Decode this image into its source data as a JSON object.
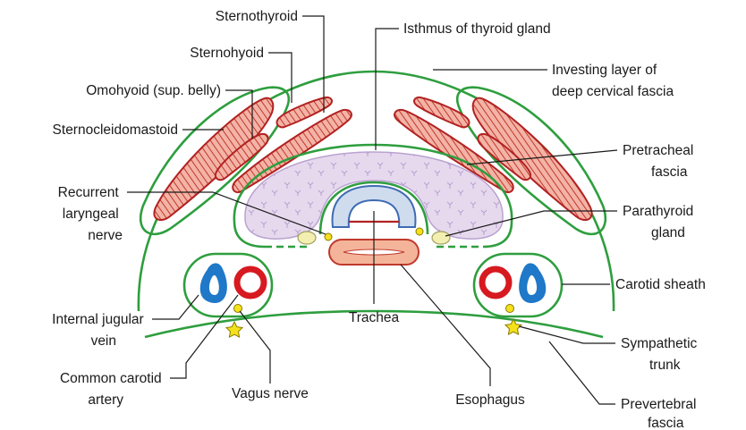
{
  "labels": {
    "sternothyroid": "Sternothyroid",
    "sternohyoid": "Sternohyoid",
    "omohyoid": "Omohyoid (sup. belly)",
    "sternocleidomastoid": "Sternocleidomastoid",
    "recurrent_laryngeal_nerve": [
      "Recurrent",
      "laryngeal",
      "nerve"
    ],
    "internal_jugular_vein": [
      "Internal jugular",
      "vein"
    ],
    "common_carotid_artery": [
      "Common carotid",
      "artery"
    ],
    "vagus_nerve": "Vagus nerve",
    "trachea": "Trachea",
    "esophagus": "Esophagus",
    "isthmus_of_thyroid_gland": "Isthmus of thyroid gland",
    "investing_layer": [
      "Investing layer of",
      "deep cervical fascia"
    ],
    "pretracheal_fascia": [
      "Pretracheal",
      "fascia"
    ],
    "parathyroid_gland": [
      "Parathyroid",
      "gland"
    ],
    "carotid_sheath": "Carotid sheath",
    "sympathetic_trunk": [
      "Sympathetic",
      "trunk"
    ],
    "prevertebral_fascia": [
      "Prevertebral",
      "fascia"
    ]
  },
  "colors": {
    "fascia": "#2e9e3e",
    "muscle_stroke": "#b22222",
    "muscle_fill": "#f3b3a6",
    "thyroid_fill": "#e6d9ee",
    "thyroid_stroke": "#b9a2cf",
    "trachea_fill": "#cfdcee",
    "trachea_stroke": "#3d6bb3",
    "esophagus_fill": "#f4b49a",
    "esophagus_stroke": "#c0392b",
    "vein": "#1f78c8",
    "artery": "#d71920",
    "nerve": "#f5e11a",
    "parathyroid": "#f3efb0",
    "leader": "#1a1a1a"
  }
}
